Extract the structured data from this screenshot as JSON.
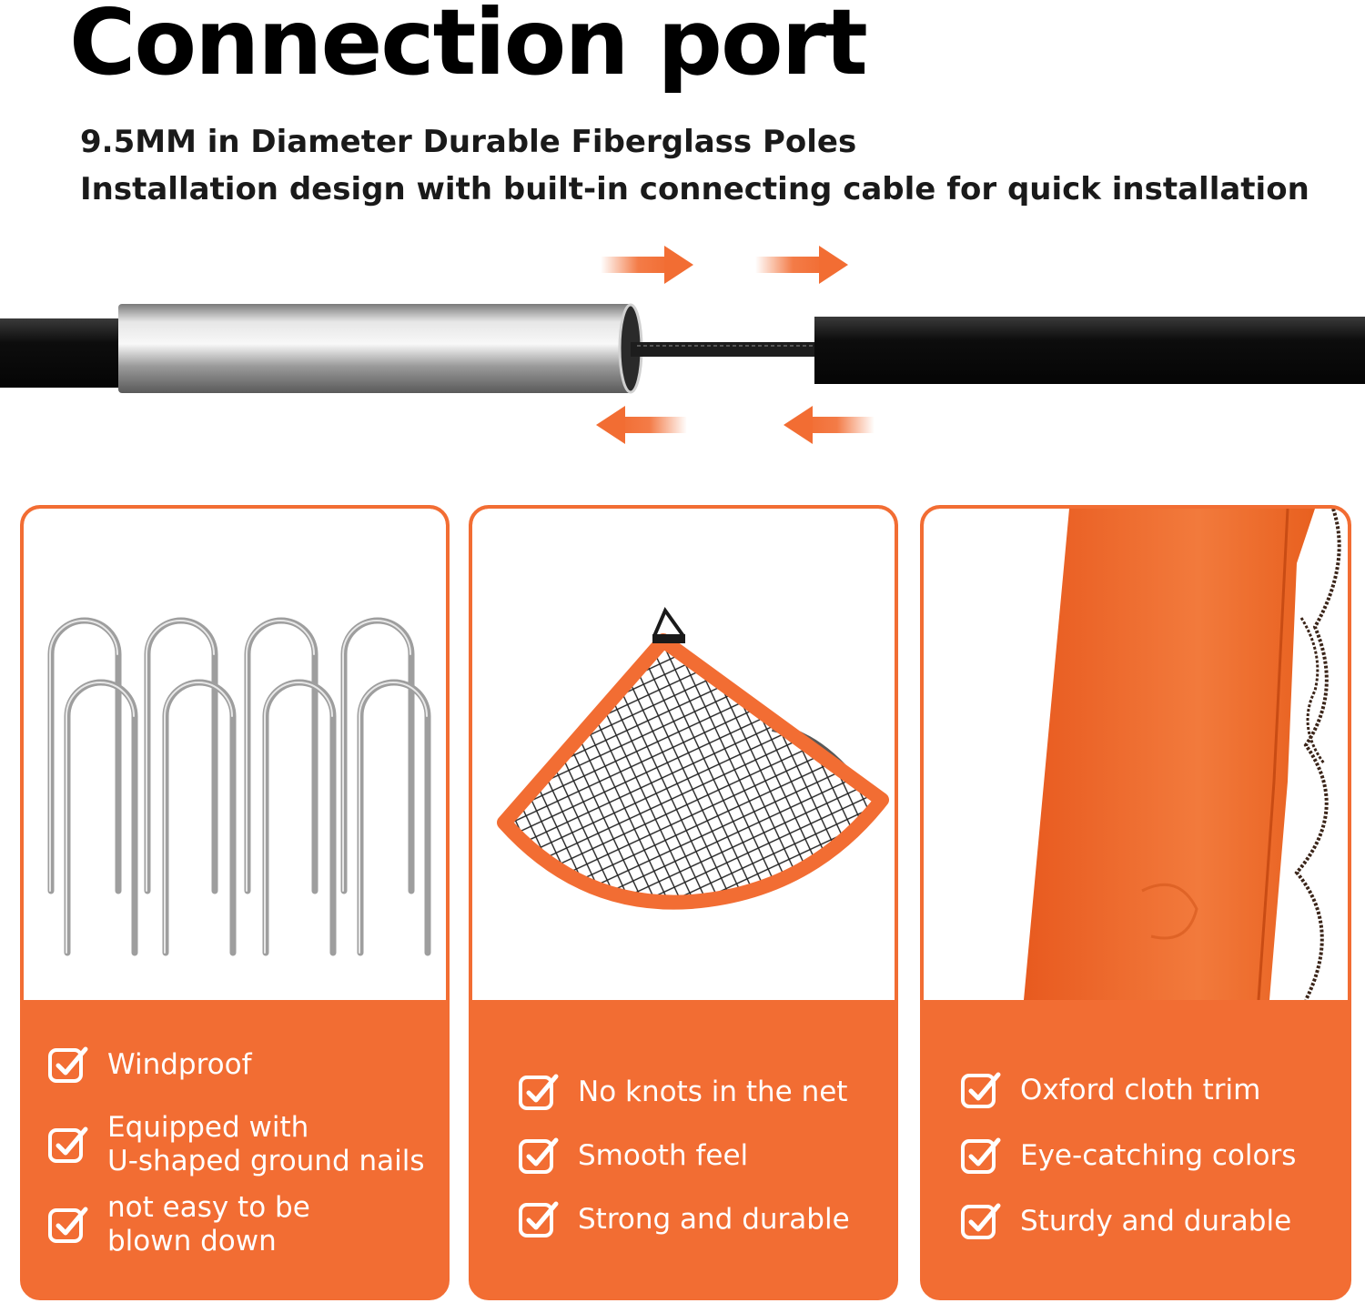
{
  "header": {
    "title": "Connection port",
    "subtitle_line1": "9.5MM in Diameter Durable Fiberglass Poles",
    "subtitle_line2": "Installation design with built-in connecting cable for quick installation"
  },
  "colors": {
    "accent": "#f26d33",
    "pole": "#151515",
    "sleeve": "#b8b8b8",
    "white": "#ffffff"
  },
  "illustration": {
    "arrows_top": [
      "arrow-right-icon",
      "arrow-right-icon"
    ],
    "arrows_bottom": [
      "arrow-left-icon",
      "arrow-left-icon"
    ]
  },
  "cards": [
    {
      "image": "u-shaped-ground-nails",
      "features": [
        "Windproof",
        "Equipped with\nU-shaped ground nails",
        "not easy to be\nblown down"
      ]
    },
    {
      "image": "net-corner",
      "features": [
        "No knots in the net",
        "Smooth feel",
        "Strong and durable"
      ]
    },
    {
      "image": "oxford-cloth-trim",
      "features": [
        "Oxford cloth trim",
        "Eye-catching colors",
        "Sturdy and durable"
      ]
    }
  ]
}
